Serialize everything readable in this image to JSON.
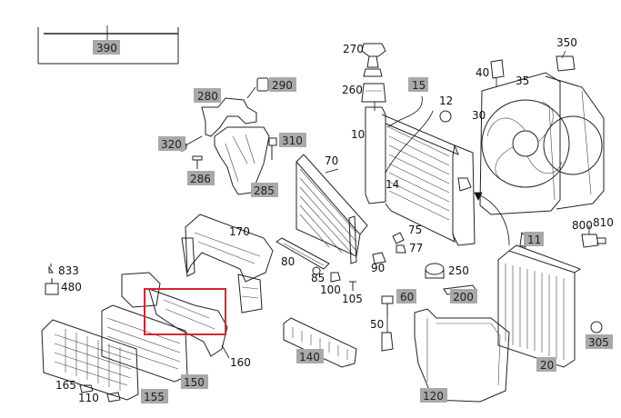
{
  "labels": {
    "l390": "390",
    "l270": "270",
    "l350": "350",
    "l40": "40",
    "l35": "35",
    "l280": "280",
    "l290": "290",
    "l260": "260",
    "l15": "15",
    "l12": "12",
    "l30": "30",
    "l320": "320",
    "l310": "310",
    "l286": "286",
    "l285": "285",
    "l10": "10",
    "l70": "70",
    "l14": "14",
    "l170": "170",
    "l75": "75",
    "l77": "77",
    "l80": "80",
    "l85": "85",
    "l90": "90",
    "l250": "250",
    "l833": "833",
    "l480": "480",
    "l100": "100",
    "l105": "105",
    "l60": "60",
    "l200": "200",
    "l11": "11",
    "l800": "800",
    "l810": "810",
    "l50": "50",
    "l140": "140",
    "l160": "160",
    "l305": "305",
    "l165": "165",
    "l150": "150",
    "l110": "110",
    "l155": "155",
    "l20": "20",
    "l120": "120"
  },
  "colors": {
    "highlight_bg": "#a9a9a9",
    "selection_box": "#d9262c",
    "line": "#222222"
  }
}
